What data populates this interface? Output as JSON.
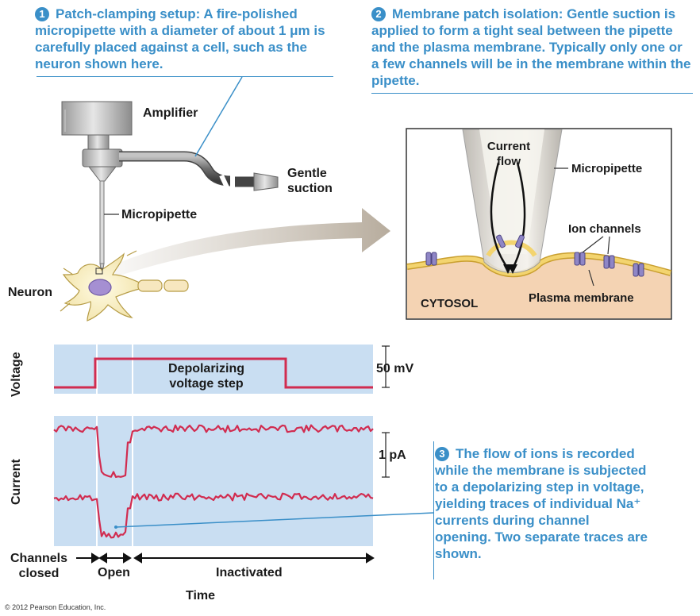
{
  "step1": {
    "number": "1",
    "text": "Patch-clamping setup: A fire-polished micropipette with a diameter of about 1 μm is carefully placed against a cell, such as the neuron shown here."
  },
  "step2": {
    "number": "2",
    "text": "Membrane patch isolation: Gentle suction is applied to form a tight seal between the pipette and the plasma membrane. Typically only one or a few channels will be in the membrane within the pipette."
  },
  "step3": {
    "number": "3",
    "text": "The flow of ions is recorded while the membrane is subjected to a depolarizing step in voltage, yielding traces of individual Na⁺ currents during channel opening. Two separate traces are shown."
  },
  "labels": {
    "amplifier": "Amplifier",
    "gentle_suction": "Gentle suction",
    "micropipette": "Micropipette",
    "neuron": "Neuron",
    "current_flow": "Current flow",
    "micropipette_inset": "Micropipette",
    "ion_channels": "Ion channels",
    "cytosol": "CYTOSOL",
    "plasma_membrane": "Plasma membrane"
  },
  "plot": {
    "voltage_axis": "Voltage",
    "current_axis": "Current",
    "depolarizing": "Depolarizing voltage step",
    "scale_voltage": "50 mV",
    "scale_current": "1 pA",
    "phase_closed": "Channels closed",
    "phase_open": "Open",
    "phase_inactivated": "Inactivated",
    "time_axis": "Time"
  },
  "colors": {
    "accent": "#3a8fc8",
    "plot_bg": "#c9def2",
    "trace": "#d12c50",
    "cytosol": "#f4d3b3",
    "membrane": "#f0c24a"
  },
  "credit": "© 2012 Pearson Education, Inc."
}
